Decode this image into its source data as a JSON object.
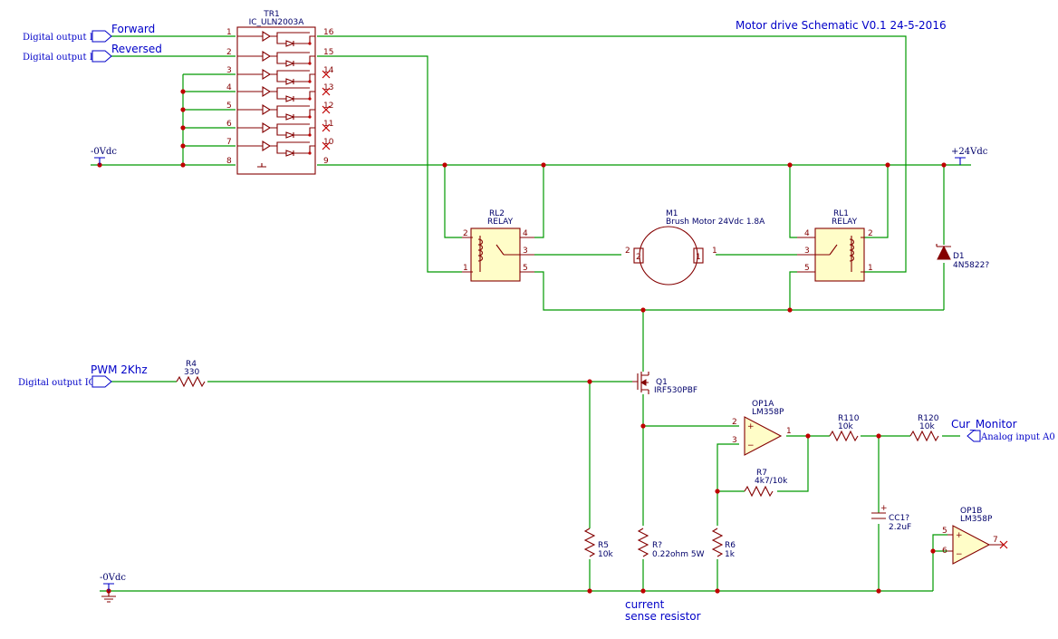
{
  "title": "Motor drive Schematic V0.1 24-5-2016",
  "power": {
    "gnd_left": "-0Vdc",
    "gnd_bottom": "-0Vdc",
    "vcc": "+24Vdc"
  },
  "ulnPinNumbers": [
    "1",
    "2",
    "3",
    "4",
    "5",
    "6",
    "7",
    "8",
    "9",
    "10",
    "11",
    "12",
    "13",
    "14",
    "15",
    "16"
  ],
  "components": {
    "tr1": {
      "ref": "TR1",
      "value": "IC_ULN2003A"
    },
    "rl2": {
      "ref": "RL2",
      "value": "RELAY"
    },
    "rl1": {
      "ref": "RL1",
      "value": "RELAY"
    },
    "m1": {
      "ref": "M1",
      "value": "Brush Motor 24Vdc 1.8A"
    },
    "d1": {
      "ref": "D1",
      "value": "4N5822?"
    },
    "r4": {
      "ref": "R4",
      "value": "330"
    },
    "q1": {
      "ref": "Q1",
      "value": "IRF530PBF"
    },
    "op1a": {
      "ref": "OP1A",
      "value": "LM358P"
    },
    "op1b": {
      "ref": "OP1B",
      "value": "LM358P"
    },
    "r110": {
      "ref": "R110",
      "value": "10k"
    },
    "r120": {
      "ref": "R120",
      "value": "10k"
    },
    "r7": {
      "ref": "R7",
      "value": "4k7/10k"
    },
    "r5": {
      "ref": "R5",
      "value": "10k"
    },
    "rsense": {
      "ref": "R?",
      "value": "0.22ohm 5W"
    },
    "r6": {
      "ref": "R6",
      "value": "1k"
    },
    "cc1": {
      "ref": "CC1?",
      "value": "2.2uF"
    }
  },
  "labels": {
    "forward": {
      "net": "Forward",
      "global": "Digital output D7"
    },
    "reversed": {
      "net": "Reversed",
      "global": "Digital output D6"
    },
    "pwm": {
      "net": "PWM 2Khz",
      "global": "Digital output IO9"
    },
    "cur": {
      "net": "Cur_Monitor",
      "global": "Analog input A0"
    },
    "sense_line1": "current",
    "sense_line2": "sense resistor"
  },
  "pins": {
    "rl2": [
      "2",
      "4",
      "3",
      "1",
      "5"
    ],
    "rl1": [
      "4",
      "2",
      "3",
      "5",
      "1"
    ],
    "m1": [
      "2",
      "1"
    ],
    "op1a": [
      "2",
      "3",
      "1"
    ],
    "op1b": [
      "5",
      "6",
      "7"
    ],
    "opsigns": [
      "+",
      "−",
      "+",
      "−",
      "+"
    ]
  }
}
